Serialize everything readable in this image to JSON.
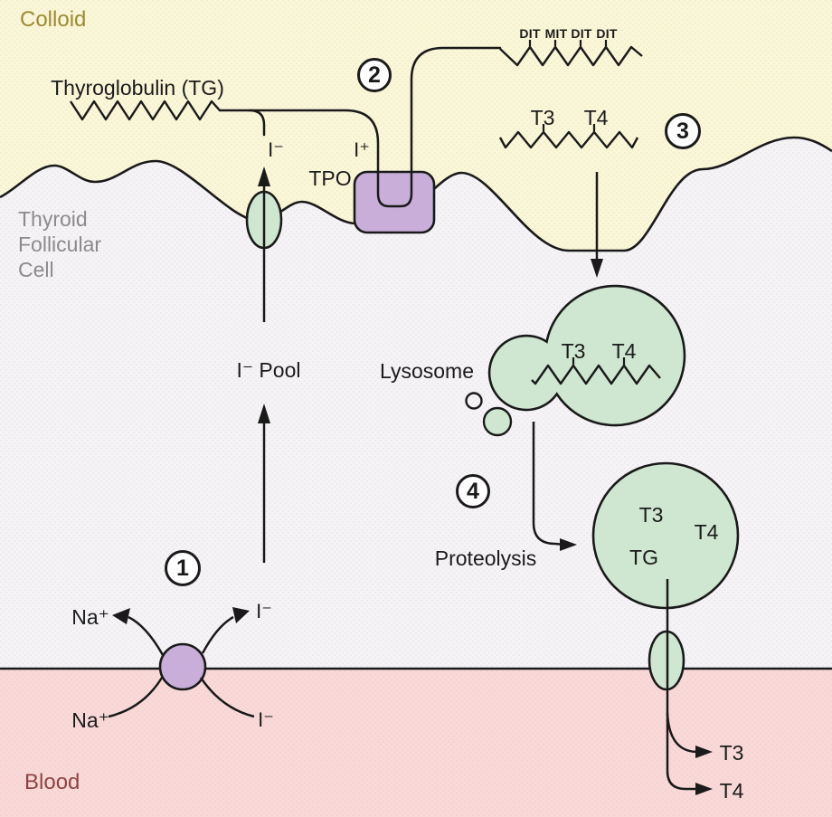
{
  "regions": {
    "colloid": {
      "label": "Colloid",
      "bg": "#faf6d8",
      "label_color": "#9c8a33"
    },
    "cell": {
      "label_lines": [
        "Thyroid",
        "Follicular",
        "Cell"
      ],
      "bg": "#f5f3f6",
      "label_color": "#8b8b8b"
    },
    "blood": {
      "label": "Blood",
      "bg": "#f9d9d8",
      "label_color": "#8e4444"
    }
  },
  "steps": {
    "one": "1",
    "two": "2",
    "three": "3",
    "four": "4"
  },
  "labels": {
    "thyroglobulin": "Thyroglobulin (TG)",
    "dit_units": [
      "DIT",
      "MIT",
      "DIT",
      "DIT"
    ],
    "colloid_t3": "T3",
    "colloid_t4": "T4",
    "iodide_minus": "I⁻",
    "iodide_plus": "I⁺",
    "tpo": "TPO",
    "iodide_pool": "I⁻ Pool",
    "lysosome": "Lysosome",
    "endosome_t3": "T3",
    "endosome_t4": "T4",
    "proteolysis": "Proteolysis",
    "vesicle_t3": "T3",
    "vesicle_t4": "T4",
    "vesicle_tg": "TG",
    "na_cell": "Na⁺",
    "iodide_cell": "I⁻",
    "na_blood": "Na⁺",
    "iodide_blood": "I⁻",
    "blood_t3": "T3",
    "blood_t4": "T4"
  },
  "colors": {
    "outline": "#1a1a1a",
    "vesicle_green": "#cfe6d0",
    "transporter_purple": "#c9aed9",
    "colloid_bg": "#faf6d8",
    "cell_bg": "#f5f3f6",
    "blood_bg": "#f9d9d8"
  }
}
